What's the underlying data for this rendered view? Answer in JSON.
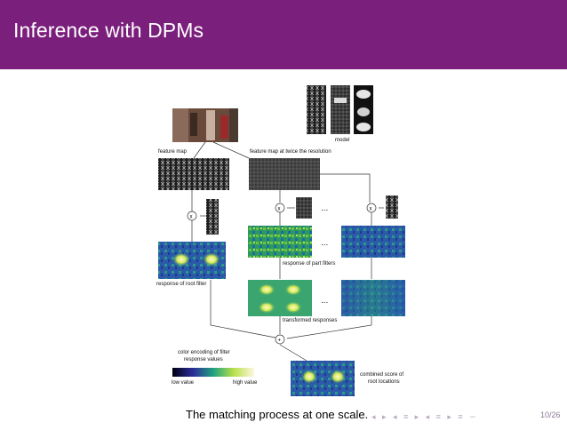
{
  "slide": {
    "title": "Inference with DPMs",
    "caption": "The matching process at one scale.",
    "page_number": "10/26"
  },
  "figure": {
    "model_label": "model",
    "feature_map_label": "feature map",
    "feature_map_2x_label": "feature map at twice the resolution",
    "response_root_label": "response of root filter",
    "response_parts_label": "response of part filters",
    "transformed_label": "transformed responses",
    "color_encoding_label_1": "color encoding of filter",
    "color_encoding_label_2": "response values",
    "low_value_label": "low value",
    "high_value_label": "high value",
    "combined_label_1": "combined score of",
    "combined_label_2": "root locations",
    "ellipsis": "...",
    "times_symbol": "x",
    "plus_symbol": "+"
  },
  "nav_icons": [
    "nav-left-icon",
    "nav-right-icon",
    "nav-section-icon",
    "nav-subsection-icon",
    "nav-frame-icon",
    "nav-search-icon"
  ],
  "colors": {
    "header": "#7b1f7d",
    "heatmap_low": "#1a3a8a",
    "heatmap_mid": "#2ea57a",
    "heatmap_high": "#f5f06a"
  }
}
